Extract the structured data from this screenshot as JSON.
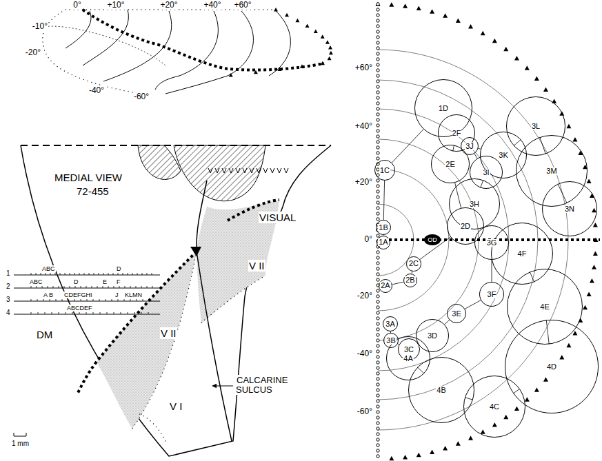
{
  "diagram": {
    "nodes": [
      {
        "text": [
          "1A"
        ]
      },
      {
        "text": [
          "1B"
        ]
      },
      {
        "text": [
          "1C"
        ]
      },
      {
        "text": [
          "1D"
        ]
      },
      {
        "text": [
          "2A"
        ]
      },
      {
        "text": [
          "2B"
        ]
      },
      {
        "text": [
          "2C"
        ]
      },
      {
        "text": [
          "2D"
        ]
      },
      {
        "text": [
          "2E"
        ]
      },
      {
        "text": [
          "2F"
        ]
      },
      {
        "text": [
          "3A"
        ]
      },
      {
        "text": [
          "3B"
        ]
      },
      {
        "text": [
          "3C"
        ]
      },
      {
        "text": [
          "3D"
        ]
      },
      {
        "text": [
          "3E"
        ]
      },
      {
        "text": [
          "3F"
        ]
      },
      {
        "text": [
          "3G"
        ]
      },
      {
        "text": [
          "3H"
        ]
      },
      {
        "text": [
          "3I"
        ]
      },
      {
        "text": [
          "3J"
        ]
      },
      {
        "text": [
          "3K"
        ]
      },
      {
        "text": [
          "3L"
        ]
      },
      {
        "text": [
          "3M"
        ]
      },
      {
        "text": [
          "3N"
        ]
      },
      {
        "text": [
          "4A"
        ]
      },
      {
        "text": [
          "4B"
        ]
      },
      {
        "text": [
          "4C"
        ]
      },
      {
        "text": [
          "4D"
        ]
      },
      {
        "text": [
          "4E"
        ]
      },
      {
        "text": [
          "4F"
        ]
      },
      {
        "text": [
          "OD"
        ]
      }
    ],
    "edges": [
      {
        "from": 0,
        "to": 1,
        "arrow": "none"
      },
      {
        "from": 1,
        "to": 2,
        "arrow": "none"
      },
      {
        "from": 2,
        "to": 3,
        "arrow": "none"
      },
      {
        "from": 4,
        "to": 5,
        "arrow": "none"
      },
      {
        "from": 5,
        "to": 6,
        "arrow": "none"
      },
      {
        "from": 6,
        "to": 7,
        "arrow": "none"
      },
      {
        "from": 7,
        "to": 8,
        "arrow": "none"
      },
      {
        "from": 8,
        "to": 9,
        "arrow": "none"
      },
      {
        "from": 10,
        "to": 11,
        "arrow": "none"
      },
      {
        "from": 11,
        "to": 12,
        "arrow": "none"
      },
      {
        "from": 12,
        "to": 13,
        "arrow": "none"
      },
      {
        "from": 13,
        "to": 14,
        "arrow": "none"
      },
      {
        "from": 14,
        "to": 15,
        "arrow": "none"
      },
      {
        "from": 15,
        "to": 16,
        "arrow": "none"
      },
      {
        "from": 16,
        "to": 17,
        "arrow": "none"
      },
      {
        "from": 17,
        "to": 18,
        "arrow": "none"
      },
      {
        "from": 18,
        "to": 19,
        "arrow": "none"
      },
      {
        "from": 19,
        "to": 20,
        "arrow": "none"
      },
      {
        "from": 20,
        "to": 21,
        "arrow": "none"
      },
      {
        "from": 21,
        "to": 22,
        "arrow": "none"
      },
      {
        "from": 22,
        "to": 23,
        "arrow": "none"
      },
      {
        "from": 24,
        "to": 25,
        "arrow": "none"
      },
      {
        "from": 25,
        "to": 26,
        "arrow": "none"
      },
      {
        "from": 26,
        "to": 27,
        "arrow": "none"
      },
      {
        "from": 27,
        "to": 28,
        "arrow": "none"
      },
      {
        "from": 28,
        "to": 29,
        "arrow": "none"
      }
    ],
    "labels": [
      "0°",
      "+10°",
      "+20°",
      "+40°",
      "+60°",
      "-10°",
      "-20°",
      "-40°",
      "-60°",
      "MEDIAL VIEW",
      "72-455",
      "VISUAL",
      "V II",
      "1",
      "ABC",
      "D",
      "2",
      "ABC",
      "D",
      "E",
      "F",
      "3",
      "A B",
      "CDEFGHI",
      "J",
      "KLMN",
      "4",
      "ABCDEF",
      "DM",
      "V II",
      "CALCARINE SULCUS",
      "V I",
      "1 mm",
      "+60°",
      "+40°",
      "+20°",
      "0°",
      "-20°",
      "-40°",
      "-60°"
    ]
  }
}
